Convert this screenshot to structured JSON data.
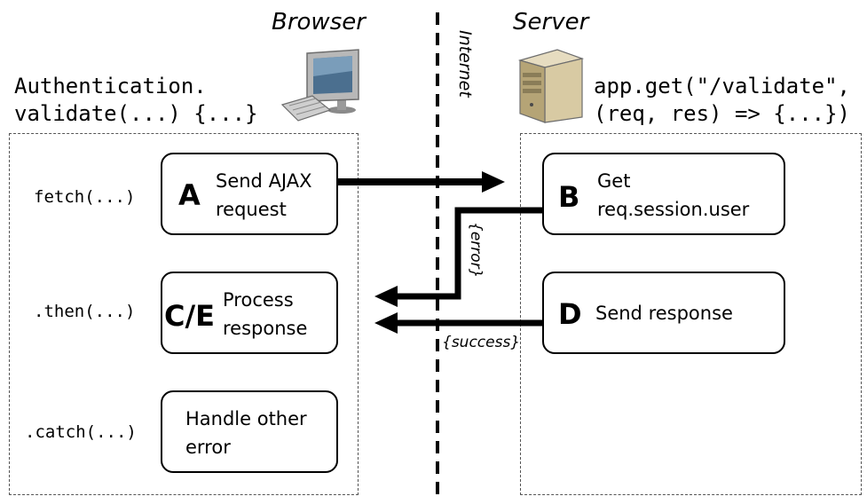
{
  "headings": {
    "browser": "Browser",
    "server": "Server",
    "internet": "Internet"
  },
  "browser_code": {
    "line1": "Authentication.",
    "line2": "validate(...) {...}"
  },
  "server_code": {
    "line1": "app.get(\"/validate\",",
    "line2": "(req, res) => {...})"
  },
  "method_labels": {
    "fetch": "fetch(...)",
    "then": ".then(...)",
    "catch": ".catch(...)"
  },
  "steps": {
    "a": {
      "letter": "A",
      "line1": "Send AJAX",
      "line2": "request"
    },
    "b": {
      "letter": "B",
      "line1": "Get",
      "line2": "req.session.user"
    },
    "ce": {
      "letter": "C/E",
      "line1": "Process",
      "line2": "response"
    },
    "d": {
      "letter": "D",
      "line1": "Send response"
    },
    "catch": {
      "line1": "Handle other",
      "line2": "error"
    }
  },
  "arrow_labels": {
    "error": "{error}",
    "success": "{success}"
  },
  "icons": {
    "browser": "desktop-computer-icon",
    "server": "server-tower-icon"
  }
}
